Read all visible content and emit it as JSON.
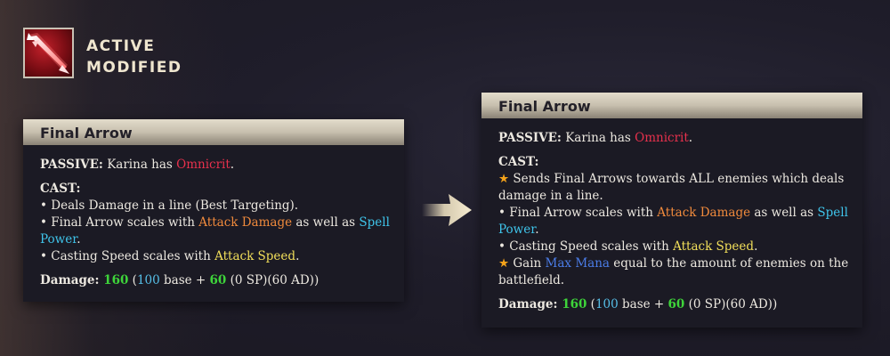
{
  "header": {
    "icon": "arrow-ability-icon",
    "status_line1": "ACTIVE",
    "status_line2": "MODIFIED"
  },
  "colors": {
    "omnicrit": "#e8314d",
    "attack_damage": "#f08a3c",
    "spell_power": "#3fc4ea",
    "attack_speed": "#f2df5a",
    "max_mana": "#4b7de8",
    "damage_total": "#3ed43a",
    "base_value": "#56bfe8",
    "star": "#f4a21a"
  },
  "left": {
    "title": "Final Arrow",
    "passive_label": "PASSIVE:",
    "passive_text": " Karina has ",
    "passive_kw": "Omnicrit",
    "passive_end": ".",
    "cast_label": "CAST:",
    "b1": "• Deals Damage in a line (Best Targeting).",
    "b2_pre": "• Final Arrow scales with ",
    "b2_kw1": "Attack Damage",
    "b2_mid": " as well as ",
    "b2_kw2a": "Spell",
    "b2_kw2b": "Power",
    "b2_end": ".",
    "b3_pre": "• Casting Speed scales with ",
    "b3_kw": "Attack Speed",
    "b3_end": ".",
    "damage_label": "Damage:",
    "damage_total": "160",
    "damage_open": " (",
    "damage_base": "100",
    "damage_base_label": " base + ",
    "damage_scale": "60",
    "damage_rest": " (0 SP)(60 AD))"
  },
  "right": {
    "title": "Final Arrow",
    "passive_label": "PASSIVE:",
    "passive_text": " Karina has ",
    "passive_kw": "Omnicrit",
    "passive_end": ".",
    "cast_label": "CAST:",
    "b1a": " Sends Final Arrows towards ALL enemies which deals",
    "b1b": "damage in a line.",
    "b2_pre": "• Final Arrow scales with ",
    "b2_kw1": "Attack Damage",
    "b2_mid": " as well as ",
    "b2_kw2a": "Spell",
    "b2_kw2b": "Power",
    "b2_end": ".",
    "b3_pre": "• Casting Speed scales with ",
    "b3_kw": "Attack Speed",
    "b3_end": ".",
    "b4_pre": " Gain ",
    "b4_kw": "Max Mana",
    "b4_rest": " equal to the amount of enemies on the",
    "b4b": "battlefield.",
    "damage_label": "Damage:",
    "damage_total": "160",
    "damage_open": " (",
    "damage_base": "100",
    "damage_base_label": " base + ",
    "damage_scale": "60",
    "damage_rest": " (0 SP)(60 AD))"
  },
  "icons": {
    "star": "star-icon",
    "transition": "right-arrow-icon"
  }
}
